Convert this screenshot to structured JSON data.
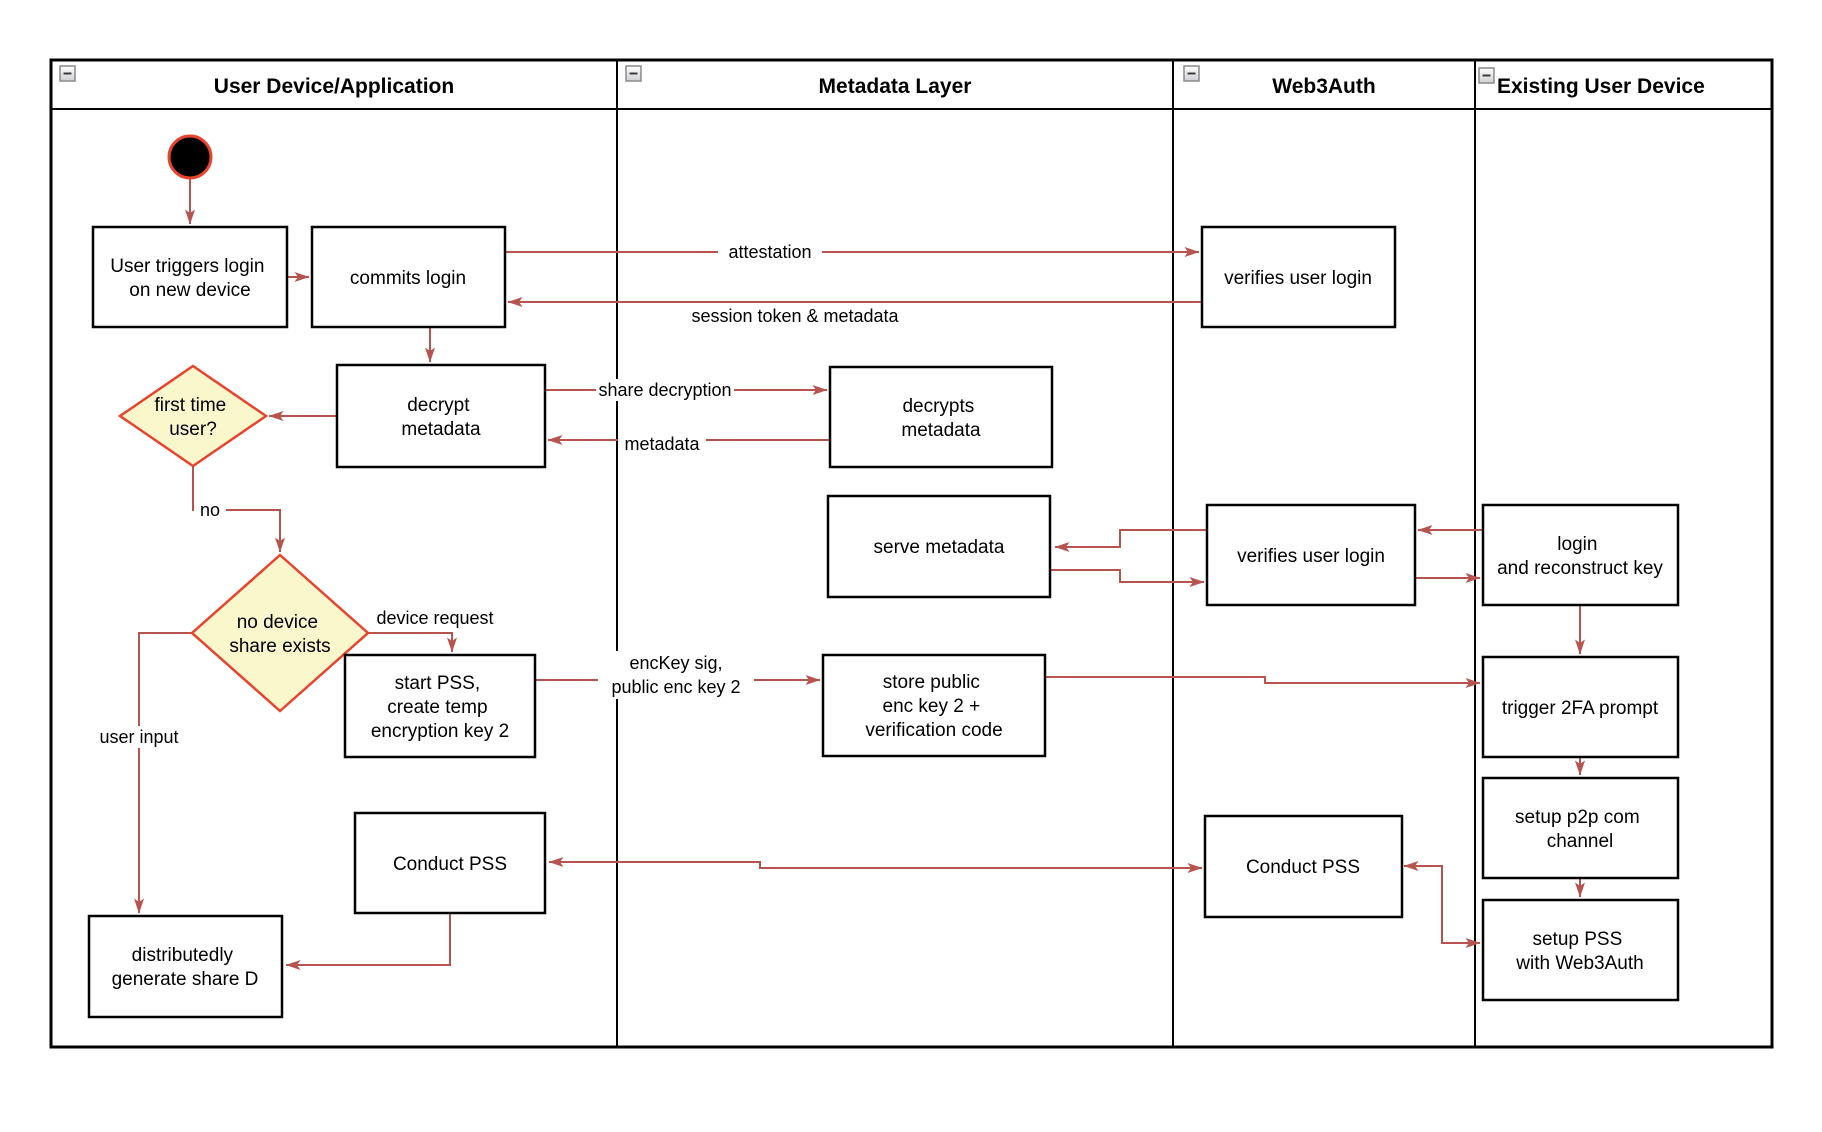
{
  "lanes": [
    {
      "title": "User Device/Application"
    },
    {
      "title": "Metadata Layer"
    },
    {
      "title": "Web3Auth"
    },
    {
      "title": "Existing User Device"
    }
  ],
  "nodes": {
    "user_triggers": {
      "lines": [
        "User triggers login",
        "on new device"
      ]
    },
    "commits_login": {
      "lines": [
        "commits login"
      ]
    },
    "verifies_user_login_1": {
      "lines": [
        "verifies user login"
      ]
    },
    "decrypt_metadata": {
      "lines": [
        "decrypt",
        "metadata"
      ]
    },
    "decrypts_metadata": {
      "lines": [
        "decrypts",
        "metadata"
      ]
    },
    "first_time_user": {
      "lines": [
        "first time",
        "user?"
      ]
    },
    "serve_metadata": {
      "lines": [
        "serve metadata"
      ]
    },
    "verifies_user_login_2": {
      "lines": [
        "verifies user login"
      ]
    },
    "login_reconstruct": {
      "lines": [
        "login",
        "and reconstruct key"
      ]
    },
    "no_device_share": {
      "lines": [
        "no device",
        "share exists"
      ]
    },
    "start_pss": {
      "lines": [
        "start PSS,",
        "create temp",
        "encryption key 2"
      ]
    },
    "store_public": {
      "lines": [
        "store public",
        "enc key 2 +",
        "verification code"
      ]
    },
    "trigger_2fa": {
      "lines": [
        "trigger 2FA prompt"
      ]
    },
    "setup_p2p": {
      "lines": [
        "setup p2p com",
        "channel"
      ]
    },
    "setup_pss": {
      "lines": [
        "setup PSS",
        "with Web3Auth"
      ]
    },
    "conduct_pss_user": {
      "lines": [
        "Conduct PSS"
      ]
    },
    "conduct_pss_web3": {
      "lines": [
        "Conduct PSS"
      ]
    },
    "generate_share": {
      "lines": [
        "distributedly",
        "generate share D"
      ]
    }
  },
  "labels": {
    "attestation": "attestation",
    "session_token": "session token & metadata",
    "share_decryption": "share decryption",
    "metadata": "metadata",
    "no": "no",
    "device_request": "device request",
    "enckey_sig_lines": [
      "encKey sig,",
      "public enc key 2"
    ],
    "user_input": "user input"
  },
  "colors": {
    "arrow": "#b85450",
    "diamond_fill": "#fbf7cd",
    "diamond_stroke": "#e8432d",
    "box_stroke": "#000000",
    "start_fill": "#000000",
    "start_stroke": "#e8432d"
  }
}
